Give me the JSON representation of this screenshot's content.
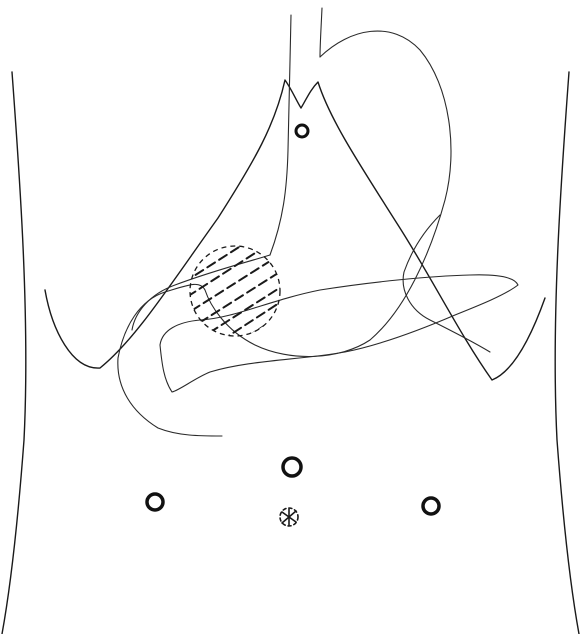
{
  "diagram": {
    "background_color": "#ffffff",
    "line_color": "#1a1a1a",
    "shaded_region": {
      "pattern": "dashed-hatch"
    },
    "markers": [
      {
        "name": "upper-midline-port-marker",
        "shape": "circle"
      },
      {
        "name": "supraumbilical-port-marker",
        "shape": "circle"
      },
      {
        "name": "left-port-marker",
        "shape": "circle"
      },
      {
        "name": "right-port-marker",
        "shape": "circle"
      },
      {
        "name": "umbilicus-marker",
        "shape": "dashed-star"
      }
    ]
  }
}
